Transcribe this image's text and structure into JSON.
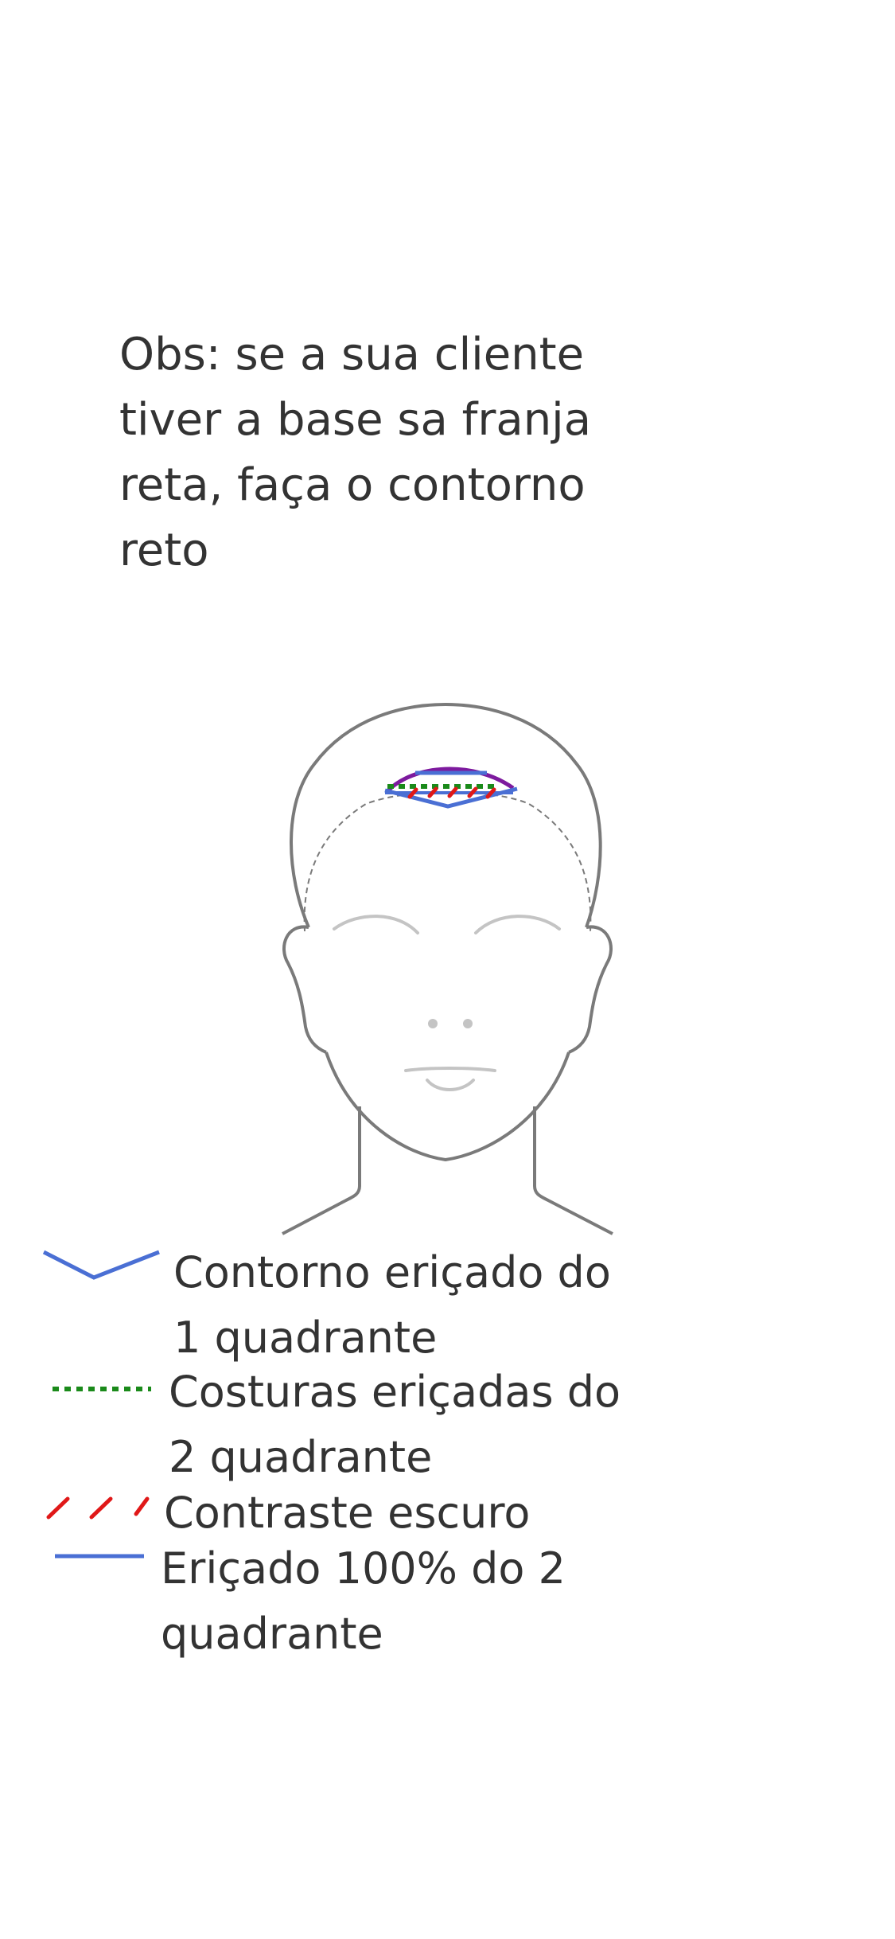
{
  "note": {
    "lines": [
      "Obs: se a sua cliente",
      "tiver a base sa franja",
      "reta, faça o contorno",
      "reto"
    ]
  },
  "legend": {
    "items": [
      {
        "line1": "Contorno eriçado do",
        "line2": "1 quadrante",
        "style": "chevron",
        "color": "#4a6fd4"
      },
      {
        "line1": "Costuras eriçadas do",
        "line2": "2 quadrante",
        "style": "dotted",
        "color": "#1a8a1a"
      },
      {
        "line1": "Contraste escuro",
        "line2": "",
        "style": "dashed-diagonal",
        "color": "#e01818"
      },
      {
        "line1": "Eriçado 100% do 2",
        "line2": "quadrante",
        "style": "solid",
        "color": "#4a6fd4"
      }
    ]
  },
  "colors": {
    "outline": "#7a7a7a",
    "features": "#c4c4c4",
    "arc": "#7d1a9e",
    "blue": "#4a6fd4",
    "green": "#1a8a1a",
    "red": "#e01818"
  }
}
